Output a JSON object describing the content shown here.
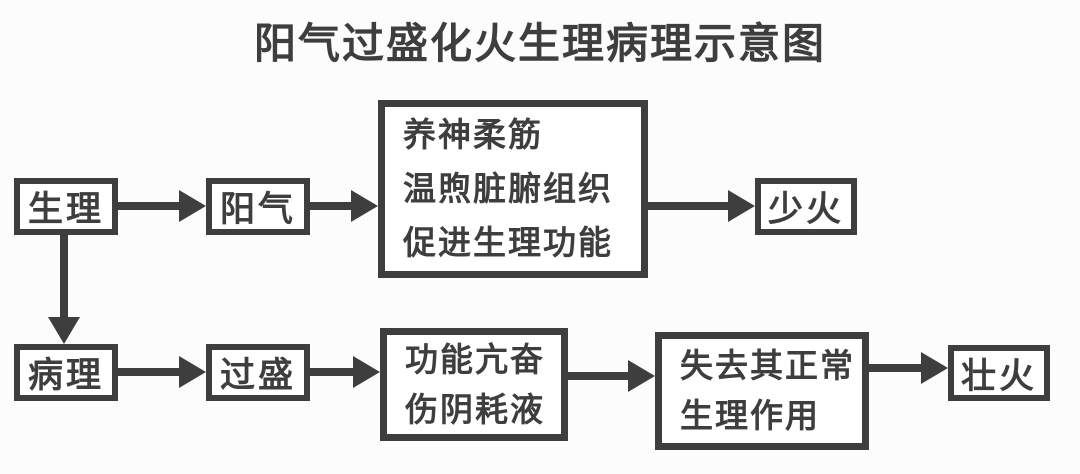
{
  "title": "阳气过盛化火生理病理示意图",
  "colors": {
    "ink": "#3e3e3e",
    "bg": "#fcfcfc"
  },
  "nodes": {
    "physiology": "生理",
    "yang_qi": "阳气",
    "physiological_functions": [
      "养神柔筋",
      "温煦脏腑组织",
      "促进生理功能"
    ],
    "lesser_fire": "少火",
    "pathology": "病理",
    "excess": "过盛",
    "pathological_effects": [
      "功能亢奋",
      "伤阴耗液"
    ],
    "loss_of_function": [
      "失去其正常",
      "生理作用"
    ],
    "vigorous_fire": "壮火"
  }
}
